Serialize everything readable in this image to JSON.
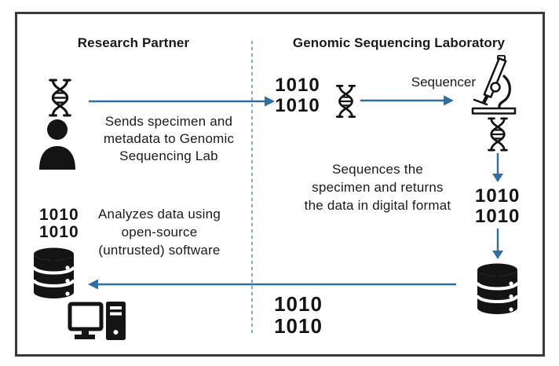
{
  "diagram": {
    "title_hint": "Genomic sequencing workflow",
    "left_column": {
      "title": "Research Partner",
      "send_note": "Sends specimen and\nmetadata to Genomic\nSequencing Lab",
      "analyze_note": "Analyzes data using\nopen-source\n(untrusted) software"
    },
    "right_column": {
      "title": "Genomic Sequencing Laboratory",
      "sequencer_label": "Sequencer",
      "sequence_note": "Sequences the\nspecimen and returns\nthe data in digital format"
    },
    "binary_data": "1010\n1010",
    "colors": {
      "arrow": "#2D6F9F",
      "divider_dashed_line": "#7EA9C8",
      "icons_and_text": "#1A1A1A",
      "frame_border": "#3A3A3A",
      "background": "#FFFFFF"
    },
    "icons": {
      "dna": "double-helix glyph (3 instances)",
      "person": "user silhouette",
      "microscope": "sequencer microscope outline",
      "database": "stacked-cylinder database (2 instances)",
      "computer": "desktop monitor with tower"
    }
  }
}
